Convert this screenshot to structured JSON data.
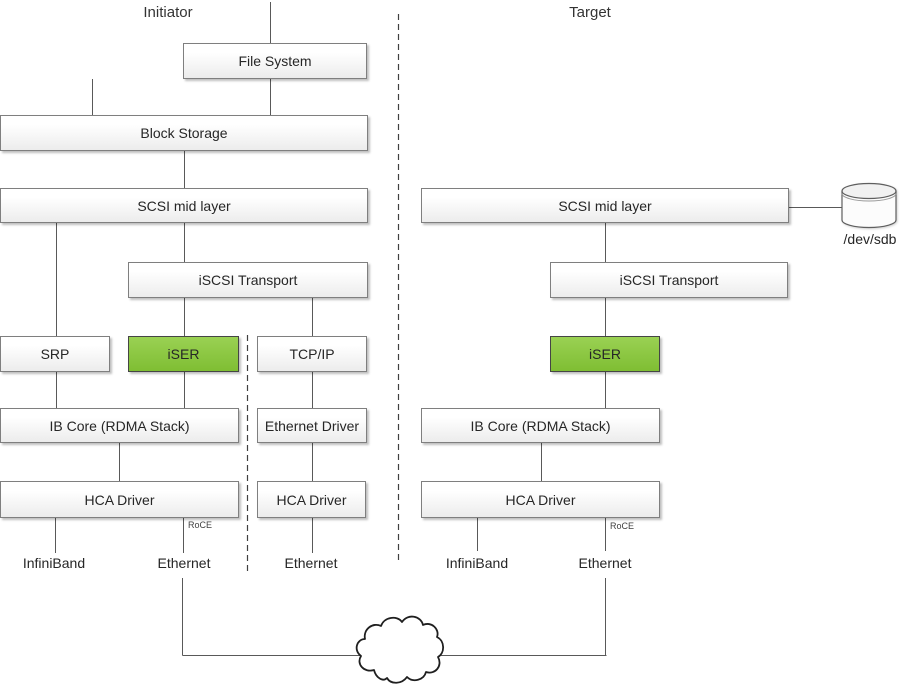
{
  "initiator": {
    "title": "Initiator",
    "file_system": "File System",
    "block_storage": "Block Storage",
    "scsi_mid_layer": "SCSI mid layer",
    "iscsi_transport": "iSCSI Transport",
    "srp": "SRP",
    "iser": "iSER",
    "tcp_ip": "TCP/IP",
    "ib_core": "IB Core (RDMA Stack)",
    "ethernet_driver": "Ethernet Driver",
    "hca_driver_rdma": "HCA Driver",
    "hca_driver_tcp": "HCA Driver",
    "roce": "RoCE",
    "port_infiniband": "InfiniBand",
    "port_ethernet_rdma": "Ethernet",
    "port_ethernet_tcp": "Ethernet"
  },
  "target": {
    "title": "Target",
    "scsi_mid_layer": "SCSI mid layer",
    "iscsi_transport": "iSCSI Transport",
    "iser": "iSER",
    "ib_core": "IB Core (RDMA Stack)",
    "hca_driver": "HCA Driver",
    "roce": "RoCE",
    "port_infiniband": "InfiniBand",
    "port_ethernet": "Ethernet",
    "disk": "/dev/sdb"
  },
  "colors": {
    "iser_green_top": "#9ad153",
    "iser_green_bottom": "#7fbe33",
    "box_fill_top": "#ffffff",
    "box_fill_bottom": "#ececec",
    "box_border": "#7f7f7f",
    "connector_line": "#595959",
    "dashed_line": "#404040"
  }
}
